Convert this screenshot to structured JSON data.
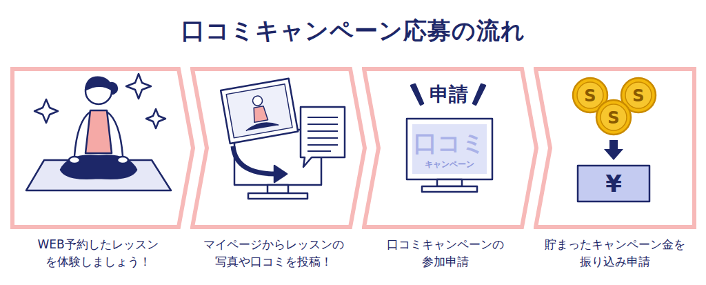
{
  "diagram": {
    "title": "口コミキャンペーン応募の流れ",
    "nodes": [
      {
        "text": [
          "WEB予約したレッスン を体験しましょう！"
        ]
      },
      {
        "text": [
          "マイページからレッスンの 写真や口コミを投稿！"
        ]
      },
      {
        "text": [
          "口コミキャンペーンの 参加申請"
        ]
      },
      {
        "text": [
          "貯まったキャンペーン金を 振り込み申請"
        ]
      }
    ],
    "labels": [
      "申請",
      "口コミ",
      "キャンペーン",
      "S",
      "S",
      "S",
      "¥"
    ]
  }
}
